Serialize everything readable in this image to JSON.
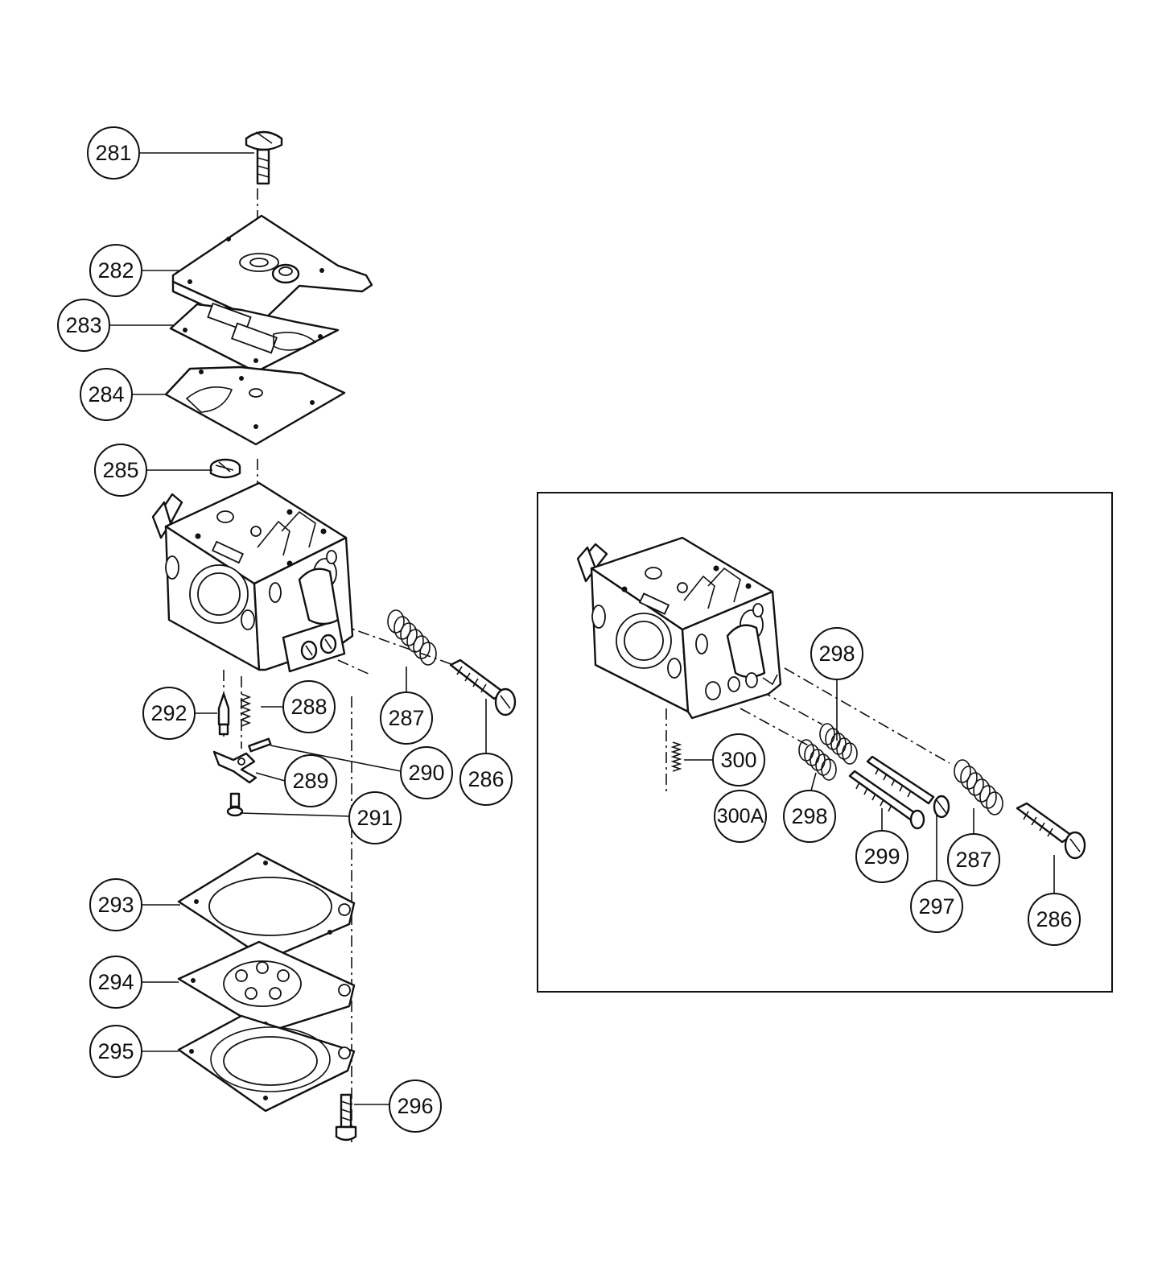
{
  "callouts": {
    "c281": "281",
    "c282": "282",
    "c283": "283",
    "c284": "284",
    "c285": "285",
    "c286": "286",
    "c287": "287",
    "c288": "288",
    "c289": "289",
    "c290": "290",
    "c291": "291",
    "c292": "292",
    "c293": "293",
    "c294": "294",
    "c295": "295",
    "c296": "296",
    "i298a": "298",
    "i298b": "298",
    "i300": "300",
    "i300A": "300A",
    "i299": "299",
    "i297": "297",
    "i287": "287",
    "i286": "286"
  }
}
